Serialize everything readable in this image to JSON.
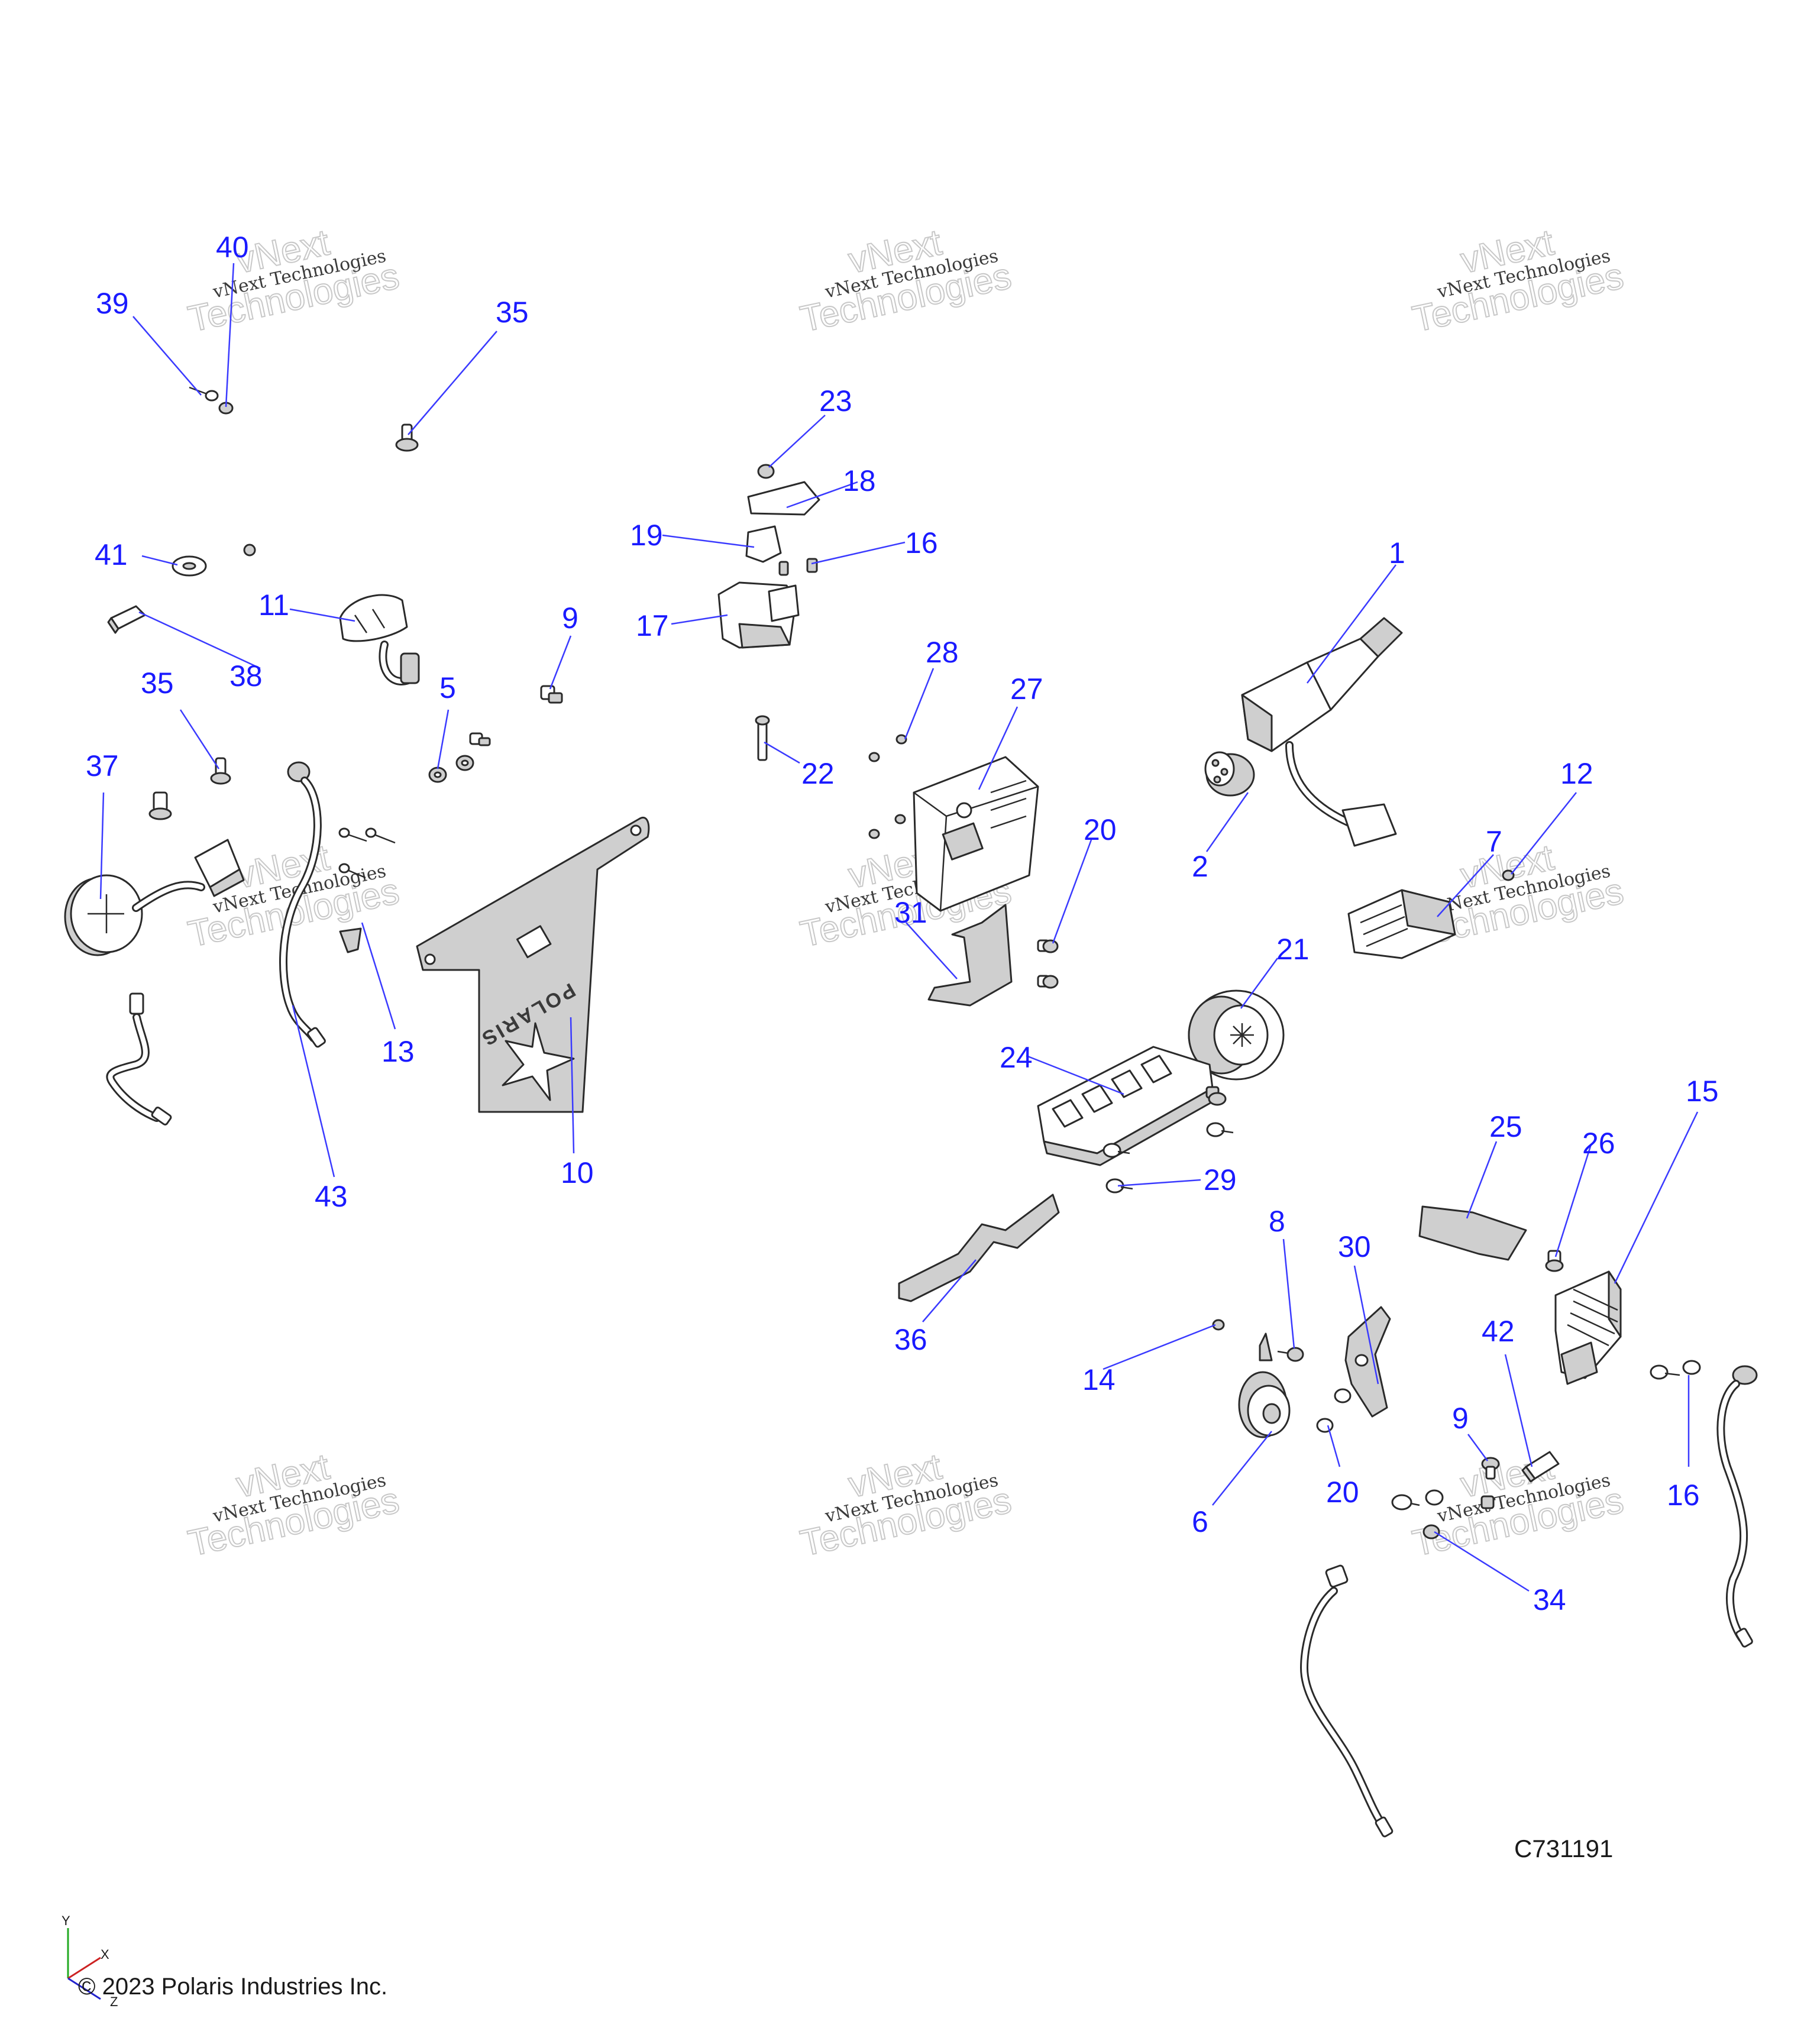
{
  "diagram": {
    "code": "C731191",
    "copyright": "© 2023 Polaris Industries Inc.",
    "plate_text": "POLARIS",
    "axis": {
      "y": "Y",
      "x": "X",
      "z": "Z"
    },
    "watermark": {
      "line1": "vNext Technologies",
      "line2": "vNext",
      "line3": "Technologies"
    },
    "callouts": [
      "1",
      "2",
      "5",
      "6",
      "7",
      "8",
      "9",
      "9",
      "10",
      "11",
      "12",
      "13",
      "14",
      "15",
      "16",
      "16",
      "17",
      "18",
      "19",
      "20",
      "20",
      "21",
      "22",
      "23",
      "24",
      "25",
      "26",
      "27",
      "28",
      "29",
      "30",
      "31",
      "34",
      "35",
      "35",
      "36",
      "37",
      "38",
      "39",
      "40",
      "41",
      "42",
      "43"
    ]
  },
  "colors": {
    "callout": "#1a1aff",
    "line": "#2a2a2a",
    "background": "#ffffff"
  }
}
